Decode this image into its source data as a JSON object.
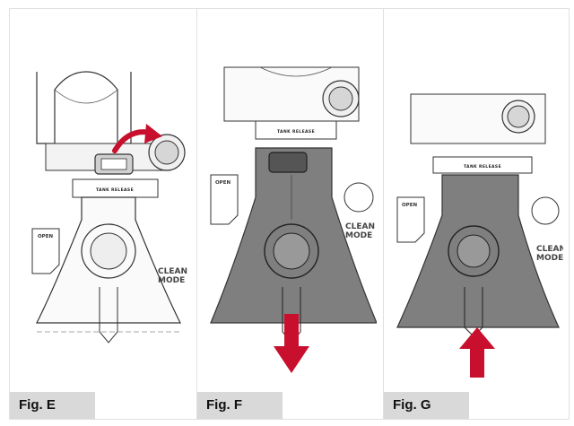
{
  "figures": [
    {
      "caption": "Fig. E",
      "tank_label": "TANK RELEASE",
      "open_label": "OPEN",
      "clean_label": "CLEAN",
      "mode_label": "MODE",
      "arrow": "rotate-clockwise",
      "tank_state": "light"
    },
    {
      "caption": "Fig. F",
      "tank_label": "TANK RELEASE",
      "open_label": "OPEN",
      "clean_label": "CLEAN",
      "mode_label": "MODE",
      "arrow": "down",
      "tank_state": "dark"
    },
    {
      "caption": "Fig. G",
      "tank_label": "TANK RELEASE",
      "open_label": "OPEN",
      "clean_label": "CLEAN",
      "mode_label": "MODE",
      "arrow": "up",
      "tank_state": "dark"
    }
  ],
  "colors": {
    "arrow": "#c8102e",
    "caption_bg": "#d9d9d9",
    "tank_dark": "#7f7f7f",
    "line": "#333333"
  },
  "icons": [
    "rotate-arrow-icon",
    "down-arrow-icon",
    "up-arrow-icon"
  ]
}
